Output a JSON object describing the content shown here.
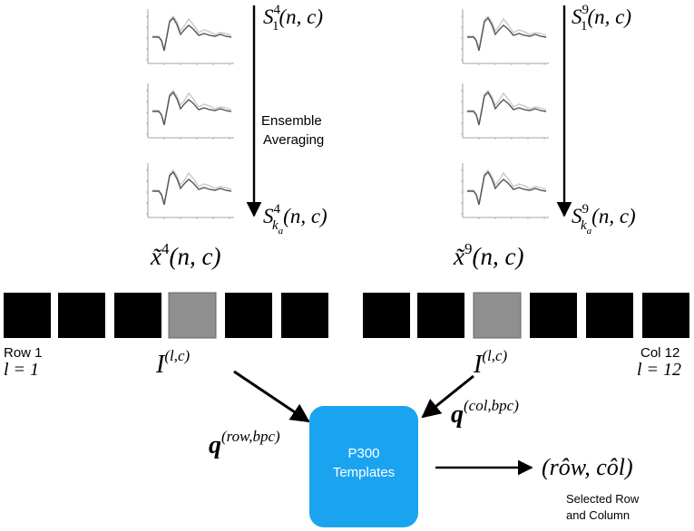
{
  "colors": {
    "block_black": "#000000",
    "block_highlight": "#8f8f8f",
    "template_box": "#1aa4f0",
    "trace_dark": "#555555",
    "trace_light": "#bdbdbd"
  },
  "left_group": {
    "epoch_top_label": "S",
    "epoch_top_sup": "4",
    "epoch_top_sub": "1",
    "epoch_top_args": "(n, c)",
    "epoch_bottom_label": "S",
    "epoch_bottom_sup": "4",
    "epoch_bottom_sub": "k",
    "epoch_bottom_subsub": "a",
    "epoch_bottom_args": "(n, c)",
    "arrow_label_line1": "Ensemble",
    "arrow_label_line2": "Averaging",
    "average_label": "x̃",
    "average_sup": "4",
    "average_args": "(n, c)"
  },
  "right_group": {
    "epoch_top_label": "S",
    "epoch_top_sup": "9",
    "epoch_top_sub": "1",
    "epoch_top_args": "(n, c)",
    "epoch_bottom_label": "S",
    "epoch_bottom_sup": "9",
    "epoch_bottom_sub": "k",
    "epoch_bottom_subsub": "a",
    "epoch_bottom_args": "(n, c)",
    "average_label": "x̃",
    "average_sup": "9",
    "average_args": "(n, c)"
  },
  "blocks": {
    "left_label_line1": "Row 1",
    "left_label_line2": "l = 1",
    "right_label_line1": "Col 12",
    "right_label_line2": "l = 12",
    "image_label": "I",
    "image_sup": "(l,c)"
  },
  "template_box": {
    "line1": "P300",
    "line2": "Templates"
  },
  "q_row": {
    "base": "q",
    "sup": "(row,bpc)"
  },
  "q_col": {
    "base": "q",
    "sup": "(col,bpc)"
  },
  "output": {
    "expression": "(rôw, côl)",
    "caption_line1": "Selected Row",
    "caption_line2": "and Column"
  }
}
